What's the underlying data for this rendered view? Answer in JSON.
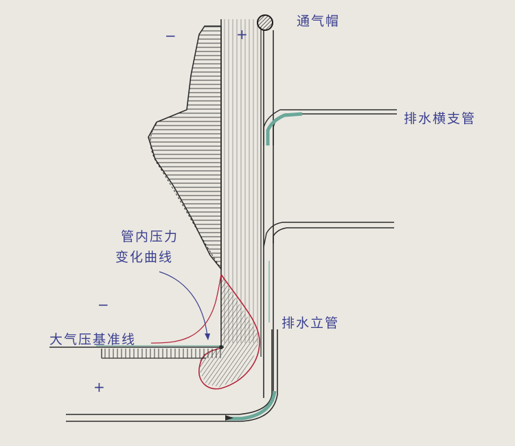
{
  "labels": {
    "vent_cap": "通气帽",
    "horizontal_branch": "排水横支管",
    "stack": "排水立管",
    "pressure_curve_line1": "管内压力",
    "pressure_curve_line2": "变化曲线",
    "atmospheric_baseline": "大气压基准线"
  },
  "signs": {
    "top_minus": "−",
    "top_plus": "+",
    "left_minus": "−",
    "left_plus": "+"
  },
  "colors": {
    "paper": "#ebe8e1",
    "ink": "#2b2b2b",
    "label_ink": "#3a3f8f",
    "curve_red": "#b3243a",
    "pipe_green": "#6aa89a"
  }
}
